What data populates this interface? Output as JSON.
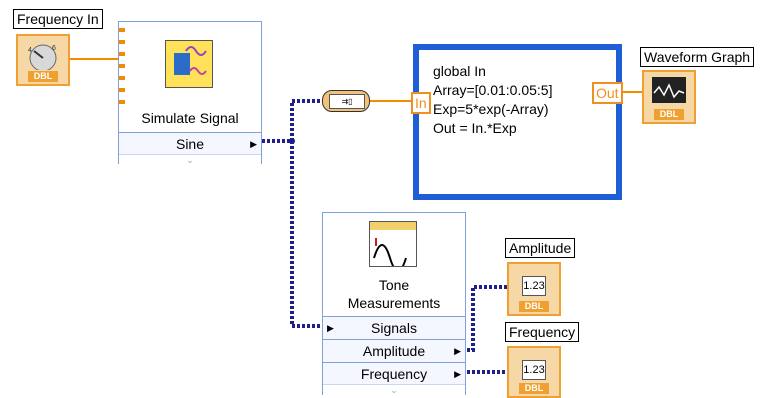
{
  "controls": {
    "frequency_in": {
      "label": "Frequency In",
      "type": "DBL"
    }
  },
  "simulate_signal": {
    "title": "Simulate Signal",
    "output": "Sine"
  },
  "tone_measurements": {
    "title_line1": "Tone",
    "title_line2": "Measurements",
    "inputs": [
      "Signals"
    ],
    "outputs": [
      "Amplitude",
      "Frequency"
    ]
  },
  "formula_node": {
    "lines": [
      "global In",
      "Array=[0.01:0.05:5]",
      "Exp=5*exp(-Array)",
      "Out = In.*Exp"
    ],
    "in_terminal": "In",
    "out_terminal": "Out"
  },
  "indicators": {
    "waveform_graph": {
      "label": "Waveform Graph",
      "type": "DBL"
    },
    "amplitude": {
      "label": "Amplitude",
      "value": "1.23",
      "type": "DBL"
    },
    "frequency": {
      "label": "Frequency",
      "value": "1.23",
      "type": "DBL"
    }
  },
  "colors": {
    "double_wire": "#f08c00",
    "waveform_wire": "#1e1e8c",
    "express_border": "#7fa0d8",
    "formula_border": "#1f5fd6"
  }
}
